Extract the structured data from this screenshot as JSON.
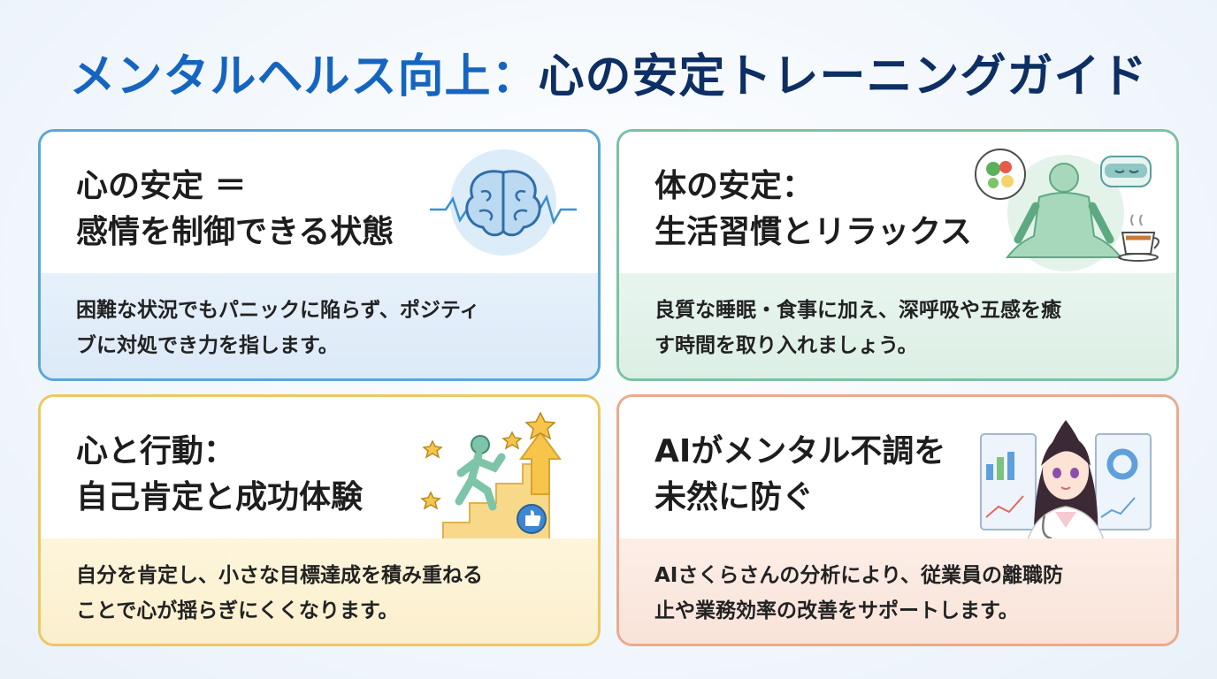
{
  "title": {
    "part1": "メンタルヘルス向上：",
    "part2": "心の安定トレーニングガイド"
  },
  "cards": [
    {
      "heading": [
        "心の安定 ＝",
        "感情を制御できる状態"
      ],
      "body": [
        "困難な状況でもパニックに陥らず、ポジティ",
        "ブに対処でき力を指します。"
      ],
      "icon": "brain-icon"
    },
    {
      "heading": [
        "体の安定：",
        "生活習慣とリラックス"
      ],
      "body": [
        "良質な睡眠・食事に加え、深呼吸や五感を癒",
        "す時間を取り入れましょう。"
      ],
      "icon": "meditation-icon"
    },
    {
      "heading": [
        "心と行動：",
        "自己肯定と成功体験"
      ],
      "body": [
        "自分を肯定し、小さな目標達成を積み重ねる",
        "ことで心が揺らぎにくくなります。"
      ],
      "icon": "stairs-climbing-icon"
    },
    {
      "heading": [
        "AIがメンタル不調を",
        "未然に防ぐ"
      ],
      "body": [
        "AIさくらさんの分析により、従業員の離職防",
        "止や業務効率の改善をサポートします。"
      ],
      "icon": "ai-doctor-icon"
    }
  ],
  "colors": {
    "title_blue": "#1565c0",
    "title_navy": "#0d2f63",
    "card1_border": "#5aa6d8",
    "card2_border": "#7cc2a3",
    "card3_border": "#edc862",
    "card4_border": "#eba98c"
  }
}
